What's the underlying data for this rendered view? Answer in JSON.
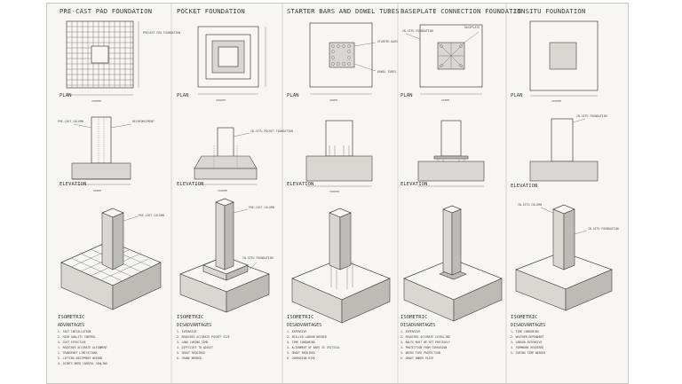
{
  "columns": [
    {
      "title": "PRE-CAST PAD FOUNDATION",
      "plan_label": "PLAN",
      "elevation_label": "ELEVATION",
      "isometric_label": "ISOMETRIC",
      "advantages_heading": "ADVANTAGES"
    },
    {
      "title": "POCKET FOUNDATION",
      "plan_label": "PLAN",
      "elevation_label": "ELEVATION",
      "isometric_label": "ISOMETRIC",
      "advantages_heading": "DISADVANTAGES"
    },
    {
      "title": "STARTER BARS AND DOWEL TUBES",
      "plan_label": "PLAN",
      "elevation_label": "ELEVATION",
      "isometric_label": "ISOMETRIC",
      "advantages_heading": "DISADVANTAGES"
    },
    {
      "title": "BASEPLATE CONNECTION FOUNDATION",
      "plan_label": "PLAN",
      "elevation_label": "ELEVATION",
      "isometric_label": "ISOMETRIC",
      "advantages_heading": "DISADVANTAGES"
    },
    {
      "title": "IN SITU FOUNDATION",
      "plan_label": "PLAN",
      "elevation_label": "ELEVATION",
      "isometric_label": "ISOMETRIC",
      "advantages_heading": "DISADVANTAGES"
    }
  ],
  "notes": {
    "pad_plan": "PRECAST PAD FOUNDATION",
    "pad_elev_left": "PRE-CAST COLUMN",
    "pad_elev_right": "REINFORCEMENT",
    "pad_iso": "PRE-CAST COLUMN",
    "pocket_elev": "IN-SITU POCKET FOUNDATION",
    "pocket_iso": "PRE-CAST COLUMN",
    "pocket_iso_found": "IN-SITU FOUNDATION",
    "starter_plan": "STARTER BARS",
    "starter_plan_tubes": "DOWEL TUBES",
    "baseplate_plan_l": "IN-SITU FOUNDATION",
    "baseplate_plan_r": "BASEPLATE",
    "insitu_elev": "IN-SITU FOUNDATION",
    "insitu_iso_l": "IN-SITU COLUMN",
    "insitu_iso_r": "IN-SITU FOUNDATION"
  },
  "dims": {
    "d1": "3000MM",
    "d2": "800MM",
    "d3": "2000MM",
    "d4": "1000MM",
    "d5": "400MM",
    "d6": "3000MM",
    "d7": "600MM",
    "d8": "2000MM"
  },
  "lists": {
    "col1": [
      "1. FAST INSTALLATION",
      "2. HIGH QUALITY CONTROL",
      "3. COST EFFECTIVE",
      "1. REQUIRES ACCURATE ALIGNMENT",
      "2. TRANSPORT LIMITATIONS",
      "3. LIFTING EQUIPMENT NEEDED",
      "4. JOINTS NEED CAREFUL SEALING"
    ],
    "col2": [
      "1. EXPENSIVE",
      "2. REQUIRES ACCURATE POCKET SIZE",
      "3. LONG CURING TIME",
      "4. DIFFICULT TO ADJUST",
      "5. GROUT REQUIRED",
      "6. CRANE NEEDED"
    ],
    "col3": [
      "1. EXPENSIVE",
      "2. SKILLED LABOUR NEEDED",
      "3. TIME CONSUMING",
      "4. ALIGNMENT OF BARS IS CRITICAL",
      "5. GROUT REQUIRED",
      "6. CORROSION RISK"
    ],
    "col4": [
      "1. EXPENSIVE",
      "2. REQUIRES ACCURATE LEVELLING",
      "3. BOLTS MUST BE SET PRECISELY",
      "4. PROTECTION FROM CORROSION",
      "5. NEEDS FIRE PROTECTION",
      "6. GROUT UNDER PLATE"
    ],
    "col5": [
      "1. TIME CONSUMING",
      "2. WEATHER DEPENDENT",
      "3. LABOUR INTENSIVE",
      "4. FORMWORK REQUIRED",
      "5. CURING TIME NEEDED"
    ]
  },
  "colors": {
    "paper": "#f7f6f2",
    "ink": "#3a3a3a"
  }
}
